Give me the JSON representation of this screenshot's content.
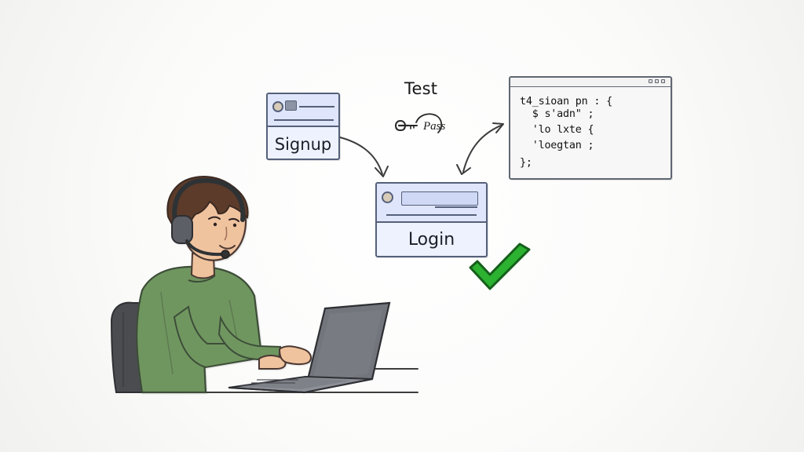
{
  "test_badge": {
    "title": "Test",
    "pass_label": "Pass"
  },
  "signup_card": {
    "label": "Signup"
  },
  "login_card": {
    "label": "Login"
  },
  "code_window": {
    "lines": [
      "t4_sioan pn : {",
      "  $ s'adn\" ;",
      "  'lo lxte {",
      "  'loegtan ;",
      "};"
    ]
  },
  "status": {
    "result": "success",
    "check_color": "#2cb131"
  },
  "person": {
    "hair_color": "#5b3b2c",
    "skin_color": "#f0c39f",
    "sweater_color": "#6f9661",
    "headset": "headset-icon"
  }
}
